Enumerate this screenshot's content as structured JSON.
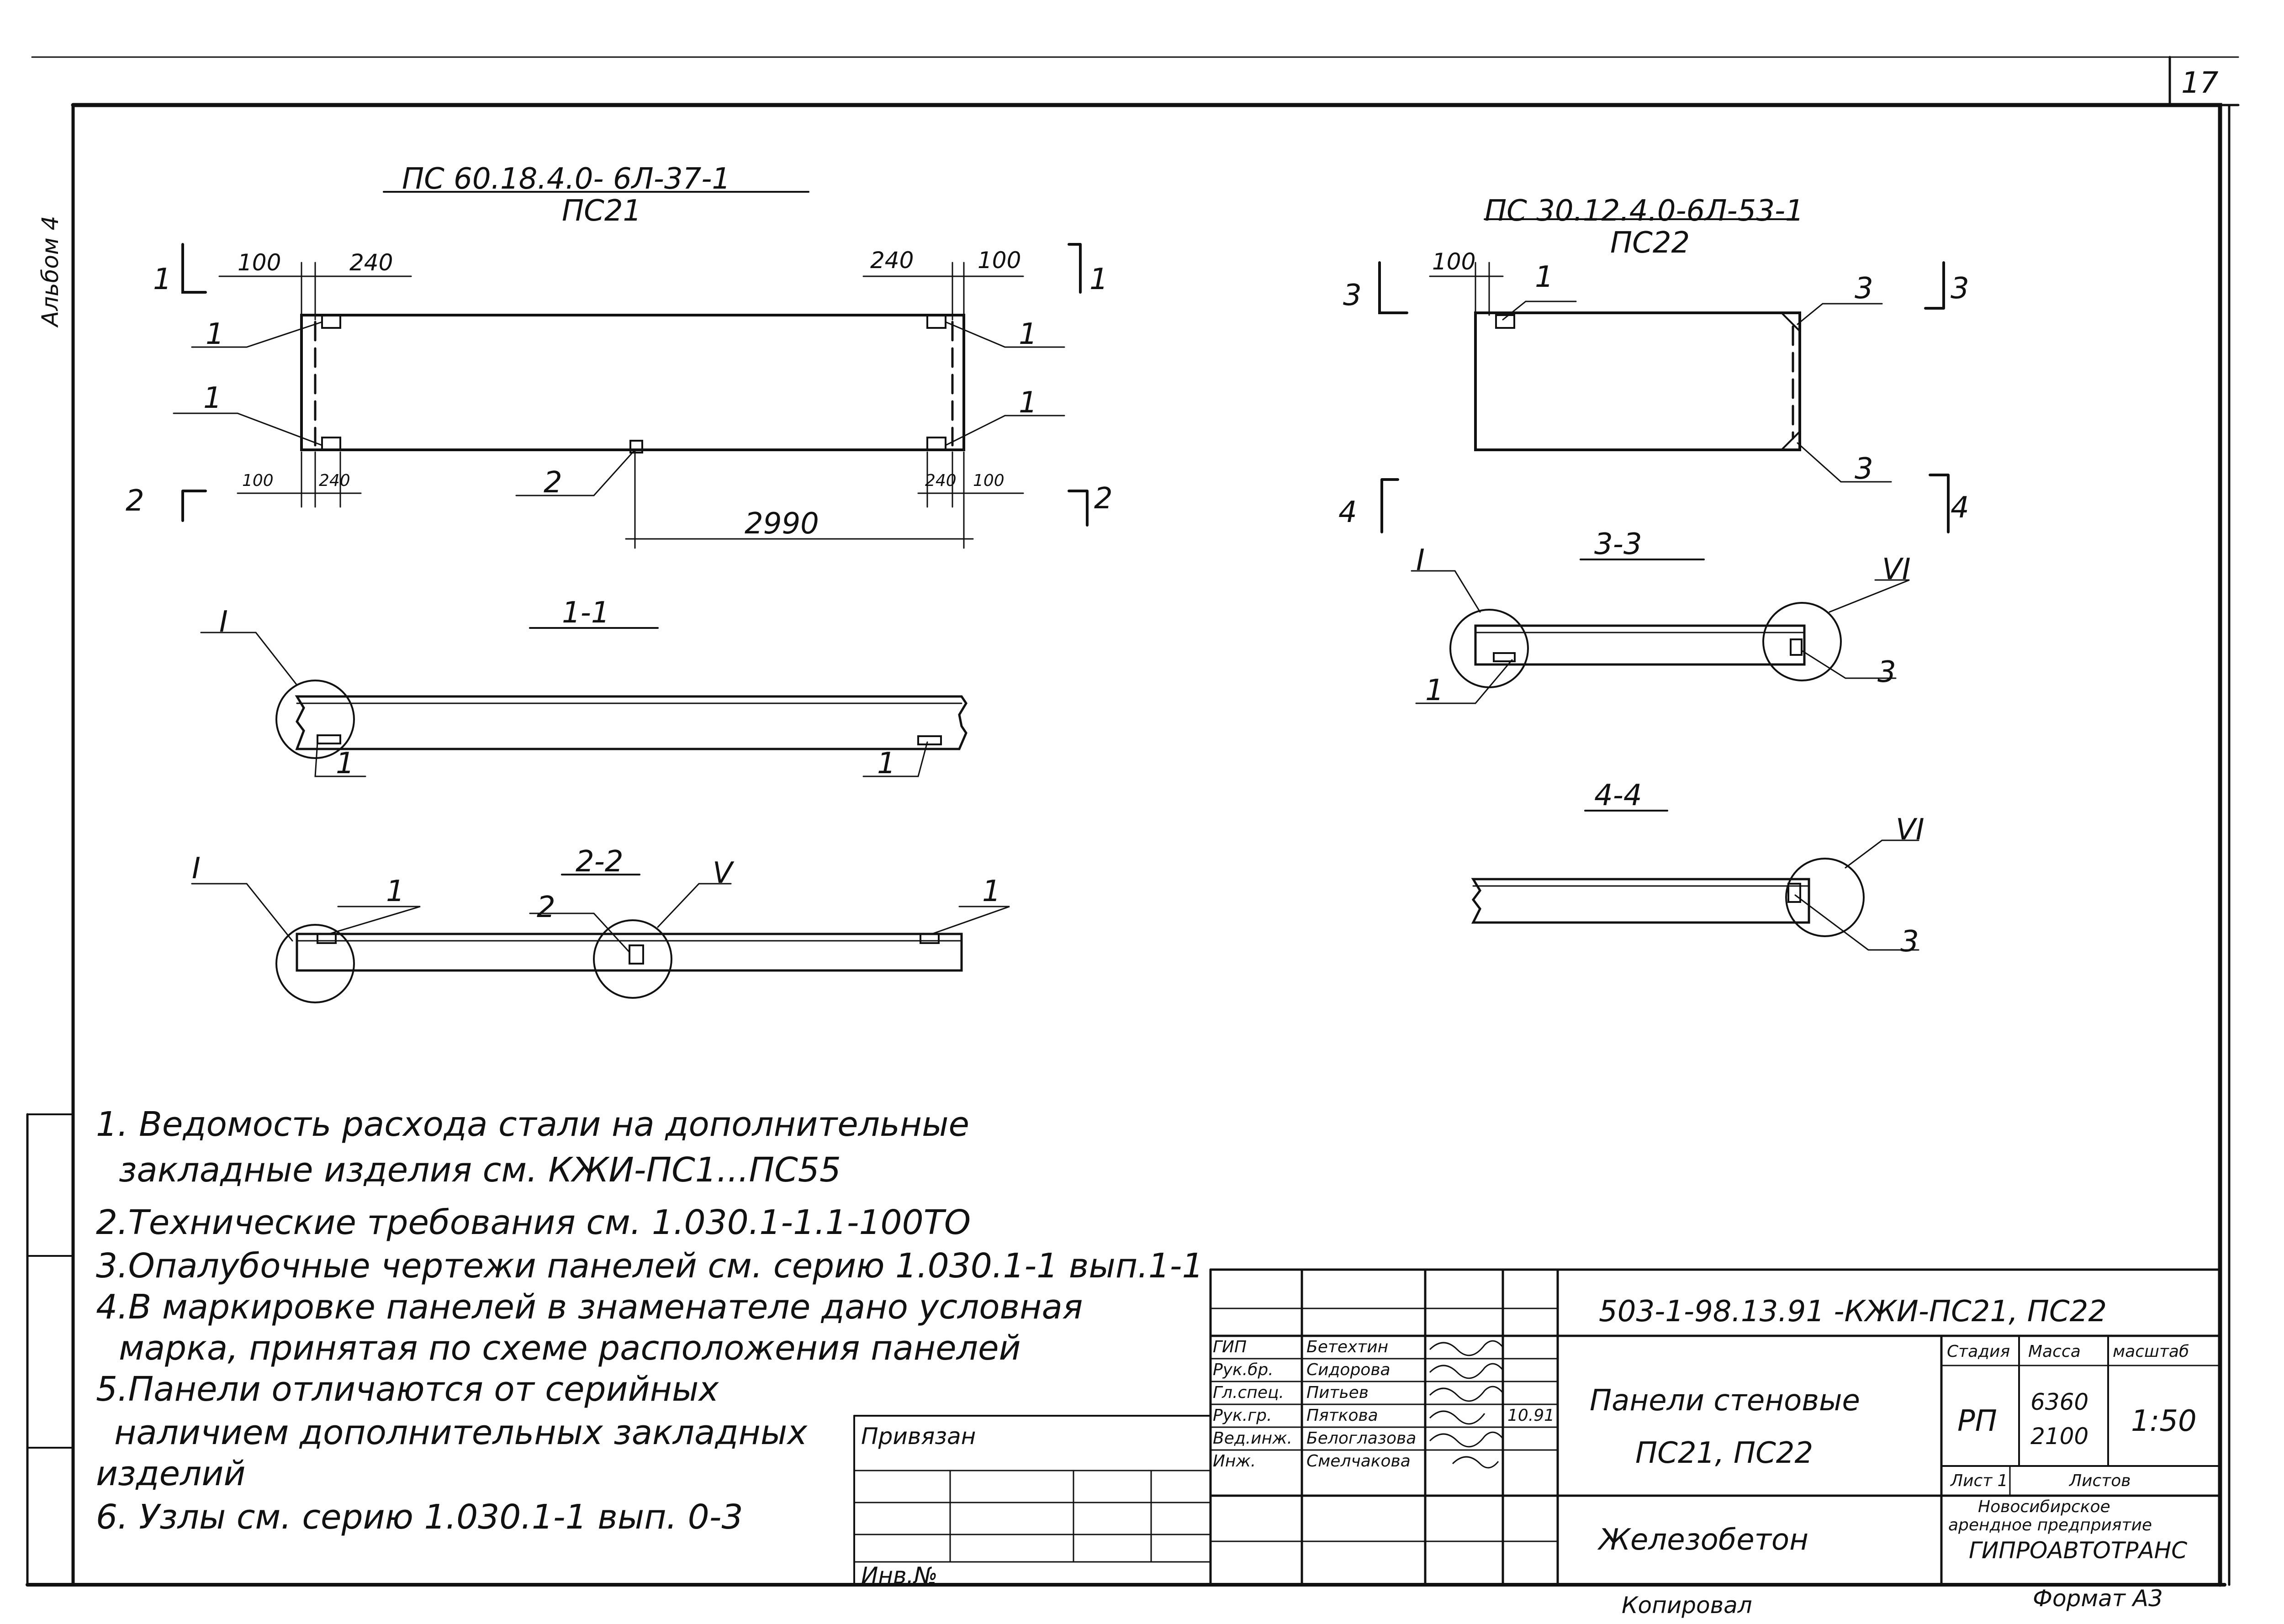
{
  "sheet": {
    "page_number": "17",
    "album": "Альбом 4"
  },
  "panel_ps21": {
    "mark": "ПС 60.18.4.0- 6Л-37-1",
    "short": "ПС21",
    "dims_top": [
      "100",
      "240",
      "240",
      "100"
    ],
    "dims_bottom": [
      "100",
      "240",
      "240",
      "100"
    ],
    "span": "2990",
    "callouts": [
      "1",
      "1",
      "1",
      "1",
      "2"
    ],
    "cut_marks": [
      "1",
      "1",
      "2",
      "2"
    ]
  },
  "panel_ps22": {
    "mark": "ПС 30.12.4.0-6Л-53-1",
    "short": "ПС22",
    "dim_top": "100",
    "callouts": [
      "1",
      "3",
      "3"
    ],
    "cut_marks": [
      "3",
      "3",
      "4",
      "4"
    ]
  },
  "sections": {
    "s11": {
      "title": "1-1",
      "node": "I",
      "callouts": [
        "1",
        "1"
      ]
    },
    "s22": {
      "title": "2-2",
      "nodes": [
        "I",
        "V"
      ],
      "callouts": [
        "1",
        "2",
        "1"
      ]
    },
    "s33": {
      "title": "3-3",
      "nodes": [
        "I",
        "VI"
      ],
      "callouts": [
        "1",
        "3"
      ]
    },
    "s44": {
      "title": "4-4",
      "node": "VI",
      "callout": "3"
    }
  },
  "notes": [
    "1. Ведомость расхода стали на дополнительные",
    "закладные изделия см. КЖИ-ПС1...ПС55",
    "2.Технические требования см. 1.030.1-1.1-100ТО",
    "3.Опалубочные чертежи панелей см. серию 1.030.1-1 вып.1-1",
    "4.В маркировке панелей в знаменателе дано условная",
    "марка, принятая по схеме расположения панелей",
    "5.Панели отличаются от серийных",
    "наличием дополнительных закладных",
    "изделий",
    "6. Узлы см. серию 1.030.1-1 вып. 0-3"
  ],
  "stamp": {
    "binding_label": "Привязан",
    "inv_label": "Инв.№",
    "doc_code": "503-1-98.13.91 -КЖИ-ПС21, ПС22",
    "staff": [
      {
        "role": "ГИП",
        "name": "Бетехтин"
      },
      {
        "role": "Рук.бр.",
        "name": "Сидорова"
      },
      {
        "role": "Гл.спец.",
        "name": "Питьев"
      },
      {
        "role": "Рук.гр.",
        "name": "Пяткова",
        "date": "10.91"
      },
      {
        "role": "Вед.инж.",
        "name": "Белоглазова"
      },
      {
        "role": "Инж.",
        "name": "Смелчакова"
      }
    ],
    "title_line1": "Панели стеновые",
    "title_line2": "ПС21, ПС22",
    "material": "Железобетон",
    "stage_label": "Стадия",
    "mass_label": "Масса",
    "scale_label": "масштаб",
    "stage": "РП",
    "mass1": "6360",
    "mass2": "2100",
    "scale": "1:50",
    "sheet_label": "Лист 1",
    "sheets_label": "Листов",
    "org1": "Новосибирское",
    "org2": "арендное предприятие",
    "org3": "ГИПРОАВТОТРАНС",
    "copied_by": "Копировал",
    "format": "Формат А3"
  }
}
